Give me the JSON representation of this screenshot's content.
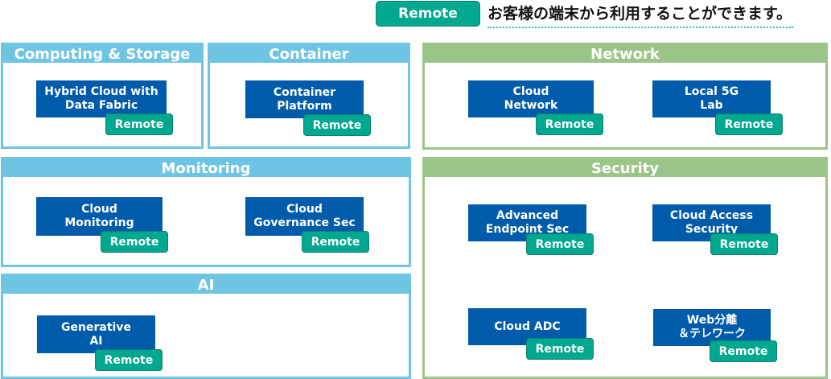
{
  "legend": {
    "badge_label": "Remote",
    "description": "お客様の端末から利用することができます。",
    "colors": {
      "badge": "#00a88f",
      "dotted_underline": "#39b5c6"
    }
  },
  "colors": {
    "category_blue": "#6ec5e3",
    "category_green": "#9bc488",
    "service_box": "#005bab",
    "remote_tag": "#00a88f"
  },
  "categories": [
    {
      "title": "Computing & Storage",
      "services": [
        {
          "lines": [
            "Hybrid Cloud with",
            "Data Fabric"
          ],
          "tag": "Remote"
        }
      ]
    },
    {
      "title": "Container",
      "services": [
        {
          "lines": [
            "Container",
            "Platform"
          ],
          "tag": "Remote"
        }
      ]
    },
    {
      "title": "Network",
      "services": [
        {
          "lines": [
            "Cloud",
            "Network"
          ],
          "tag": "Remote"
        },
        {
          "lines": [
            "Local 5G",
            "Lab"
          ],
          "tag": "Remote"
        }
      ]
    },
    {
      "title": "Monitoring",
      "services": [
        {
          "lines": [
            "Cloud",
            "Monitoring"
          ],
          "tag": "Remote"
        },
        {
          "lines": [
            "Cloud",
            "Governance Sec"
          ],
          "tag": "Remote"
        }
      ]
    },
    {
      "title": "Security",
      "services": [
        {
          "lines": [
            "Advanced",
            "Endpoint Sec"
          ],
          "tag": "Remote"
        },
        {
          "lines": [
            "Cloud Access",
            "Security"
          ],
          "tag": "Remote"
        },
        {
          "lines": [
            "Cloud ADC"
          ],
          "tag": "Remote"
        },
        {
          "lines": [
            "Web分離",
            "＆テレワーク"
          ],
          "tag": "Remote"
        }
      ]
    },
    {
      "title": "AI",
      "services": [
        {
          "lines": [
            "Generative",
            "AI"
          ],
          "tag": "Remote"
        }
      ]
    }
  ]
}
